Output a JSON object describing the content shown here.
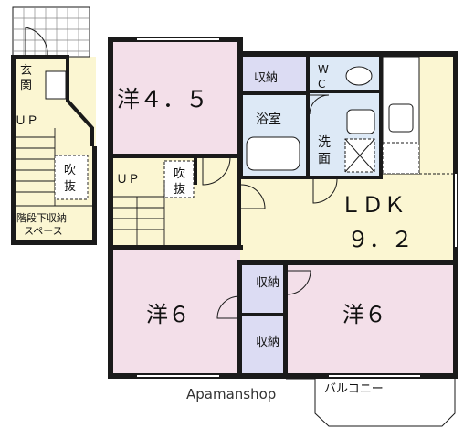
{
  "rooms": {
    "western_a": "洋４．５",
    "western_b": "洋６",
    "western_c": "洋６",
    "storage_1": "収納",
    "storage_2": "収納",
    "storage_3": "収納",
    "toilet_w": "W",
    "toilet_c": "C",
    "bath": "浴室",
    "washroom_1": "洗",
    "washroom_2": "面",
    "ldk_1": "ＬＤＫ",
    "ldk_2": "９．２",
    "balcony": "バルコニー"
  },
  "stairs": {
    "up_main": "ＵＰ",
    "void_main_1": "吹",
    "void_main_2": "抜",
    "up_side": "ＵＰ",
    "void_side_1": "吹",
    "void_side_2": "抜",
    "entrance_1": "玄",
    "entrance_2": "関",
    "understairs_1": "階段下収納",
    "understairs_2": "スペース"
  },
  "watermark": "Apamanshop",
  "colors": {
    "wall": "#1a1a1a",
    "room_pink": "#f3dfe9",
    "room_yellow": "#fbf6d2",
    "storage_lav": "#dcdcf3",
    "wet_blue": "#dde9f6"
  }
}
